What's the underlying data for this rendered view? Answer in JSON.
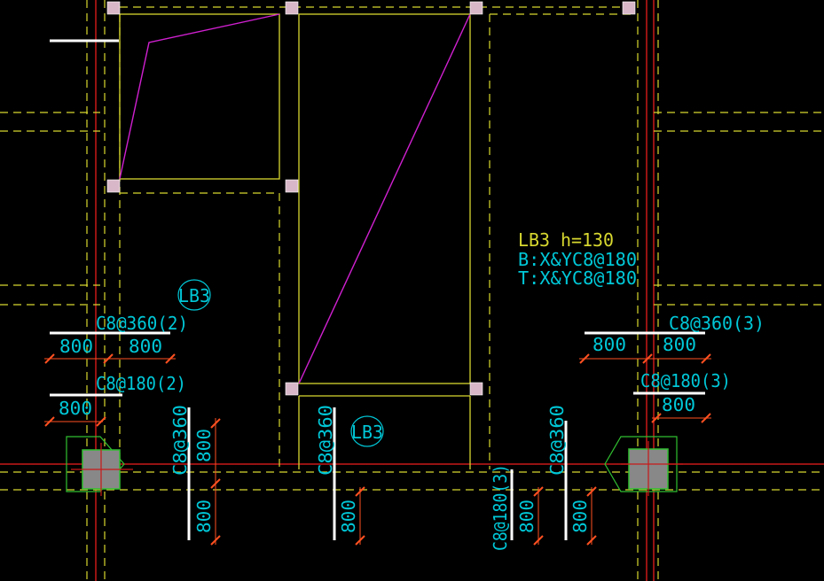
{
  "slab_note": {
    "name": "LB3 h=130",
    "bottom": "B:X&YC8@180",
    "top": "T:X&YC8@180"
  },
  "slab_tags": [
    "LB3",
    "LB3"
  ],
  "rebar_labels": {
    "left_top": "C8@360(2)",
    "left_bottom": "C8@180(2)",
    "right_top": "C8@360(3)",
    "right_bottom": "C8@180(3)",
    "vert_1": "C8@360",
    "vert_2": "C8@360",
    "vert_3": "C8@180(3)",
    "vert_4": "C8@360"
  },
  "dimensions": {
    "d_left_1": "800",
    "d_left_2": "800",
    "d_left_3": "800",
    "d_right_1": "800",
    "d_right_2": "800",
    "d_right_3": "800",
    "d_v1_top": "800",
    "d_v1_bot": "800",
    "d_v2": "800",
    "d_v3": "800",
    "d_v4": "800"
  },
  "colors": {
    "background": "#000000",
    "axis_red": "#c81818",
    "beam_yellow": "#d8d830",
    "slab_magenta": "#d020d0",
    "text_cyan": "#00c8d8",
    "rebar_white": "#ffffff",
    "dim_orange": "#ff5020",
    "column_fill": "#888888",
    "column_green": "#30c030",
    "node_pink": "#d8b8c8"
  }
}
